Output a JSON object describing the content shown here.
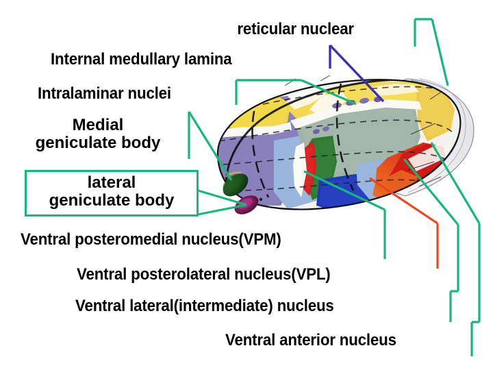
{
  "figure": {
    "subject": "Thalamus nuclei labeled diagram",
    "background_color": "#ffffff",
    "leader_color_green": "#14b87a",
    "leader_color_orange": "#e8491f",
    "leader_color_indigo": "#3b2fb5",
    "text_color": "#000000"
  },
  "labels": {
    "reticular_nuclear": "reticular nuclear",
    "internal_medullary_lamina": "Internal medullary lamina",
    "intralaminar_nuclei": "Intralaminar nuclei",
    "medial_geniculate_line1": "Medial",
    "medial_geniculate_line2": "geniculate body",
    "lateral_geniculate_line1": "lateral",
    "lateral_geniculate_line2": "geniculate body",
    "vpm": "Ventral posteromedial nucleus(VPM)",
    "vpl": "Ventral posterolateral nucleus(VPL)",
    "ventral_lateral": "Ventral lateral(intermediate) nucleus",
    "ventral_anterior": "Ventral anterior nucleus"
  },
  "anatomy_regions": [
    {
      "name": "anterior-nuclei-yellow",
      "color": "#f2d94a"
    },
    {
      "name": "pulvinar-purple",
      "color": "#8a80bb"
    },
    {
      "name": "medial-dorsal-gray-green",
      "color": "#9fb3a6"
    },
    {
      "name": "ventral-lateral-green",
      "color": "#2f7a33"
    },
    {
      "name": "vpl-blue",
      "color": "#2138b8"
    },
    {
      "name": "vpm-red",
      "color": "#d81e1e"
    },
    {
      "name": "ventral-anterior-orange",
      "color": "#e8651f"
    },
    {
      "name": "lateral-posterior-lightblue",
      "color": "#9ab6dc"
    },
    {
      "name": "reticular-shell-white",
      "color": "#f4f2ef"
    },
    {
      "name": "medial-geniculate-darkgreen",
      "color": "#123f12"
    },
    {
      "name": "lateral-geniculate-magenta",
      "color": "#4a1030"
    }
  ]
}
